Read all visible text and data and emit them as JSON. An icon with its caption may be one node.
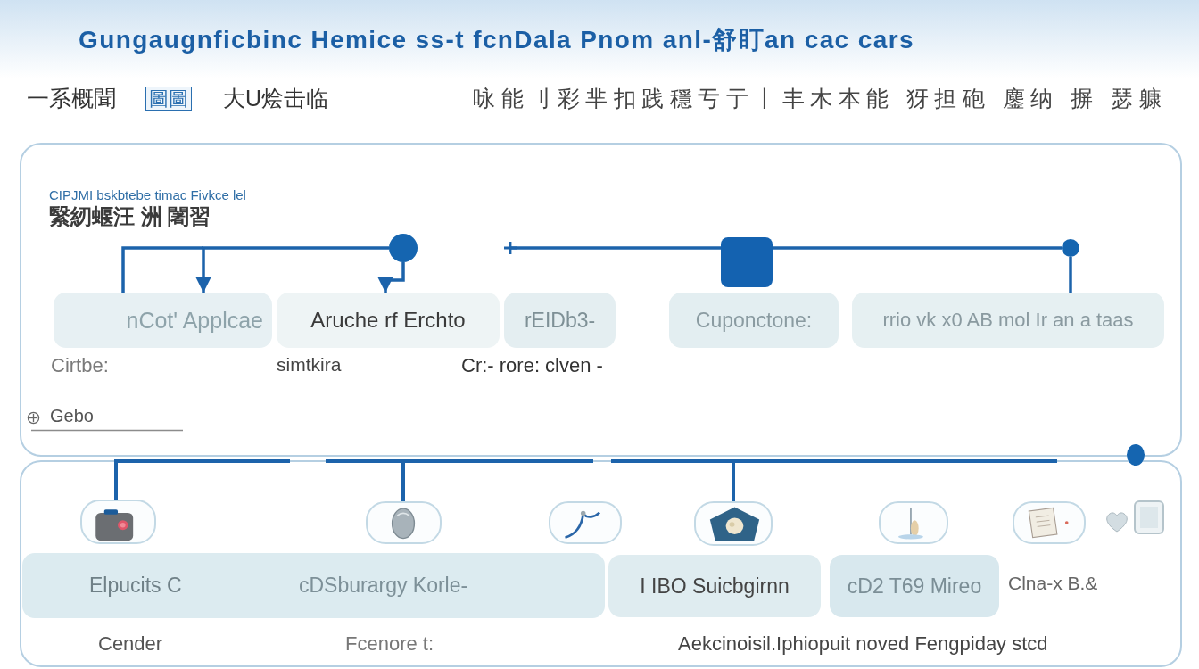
{
  "diagram": {
    "title": "Gungaugnficbinc Hemice ss-t fcnDala Pnom anl-舒盯an cac cars",
    "nodes": [
      {
        "text": [
          "CIPJMI bskbtebe timac Fivkce lel",
          "繄紉蝘汪 洲 闍習"
        ]
      },
      {
        "text": [],
        "shape": "circle",
        "in": 0
      },
      {
        "text": [],
        "shape": "box",
        "in": 0
      },
      {
        "text": [],
        "shape": "circle",
        "in": 0
      },
      {
        "text": [
          "nCot' Applcae"
        ],
        "beside": [
          "Cirtbe:"
        ],
        "in": 0
      },
      {
        "text": [
          "Aruche rf Erchto"
        ],
        "beside": [
          "simtkira"
        ],
        "in": 0
      },
      {
        "text": [
          "rEIDb3-"
        ],
        "beside": [
          "Cr:- rore: clven -"
        ],
        "in": 0
      },
      {
        "text": [
          "Cuponctone:"
        ],
        "in": 0
      },
      {
        "text": [
          "rrio vk x0 AB mol Ir an a taas"
        ],
        "in": 0
      },
      {
        "text": [],
        "shape": "box"
      },
      {
        "text": [],
        "shape": "picture",
        "in": 9
      },
      {
        "text": [],
        "shape": "picture",
        "in": 9
      },
      {
        "text": [],
        "shape": "picture",
        "in": 9
      },
      {
        "text": [],
        "shape": "picture",
        "in": 9
      },
      {
        "text": [],
        "shape": "picture",
        "in": 9
      },
      {
        "text": [],
        "shape": "picture",
        "in": 9
      },
      {
        "text": [
          "Elpucits C",
          "cDSburargy Korle-"
        ],
        "in": 9
      },
      {
        "text": [
          "I IBO Suicbgirnn"
        ],
        "in": 9
      },
      {
        "text": [
          "cD2 T69 Mireo"
        ],
        "in": 9
      }
    ],
    "edges": [
      {
        "from": 1,
        "to": 4,
        "arrow": "to"
      },
      {
        "from": null,
        "to": 4,
        "arrow": "none"
      },
      {
        "from": 1,
        "to": 5,
        "arrow": "to"
      },
      {
        "from": 2,
        "to": null,
        "arrow": "other"
      },
      {
        "from": 2,
        "to": 3,
        "arrow": "none"
      },
      {
        "from": 3,
        "to": 8,
        "arrow": "none"
      },
      {
        "from": null,
        "to": 10,
        "arrow": "none"
      },
      {
        "from": null,
        "to": 11,
        "arrow": "none"
      },
      {
        "from": null,
        "to": 13,
        "arrow": "none"
      }
    ],
    "labels": [
      "一系概聞",
      "圖圖",
      "大U烩击临",
      "咏能刂彩芈扣践穩亐亍丨丰木本能 犽担砲 鏖纳 摒 瑟躿",
      "Gebo",
      "Clna-x B.&",
      "Cender",
      "Fcenore t:",
      "Aekcinoisil.Iphiopuit noved Fengpiday stcd"
    ]
  }
}
